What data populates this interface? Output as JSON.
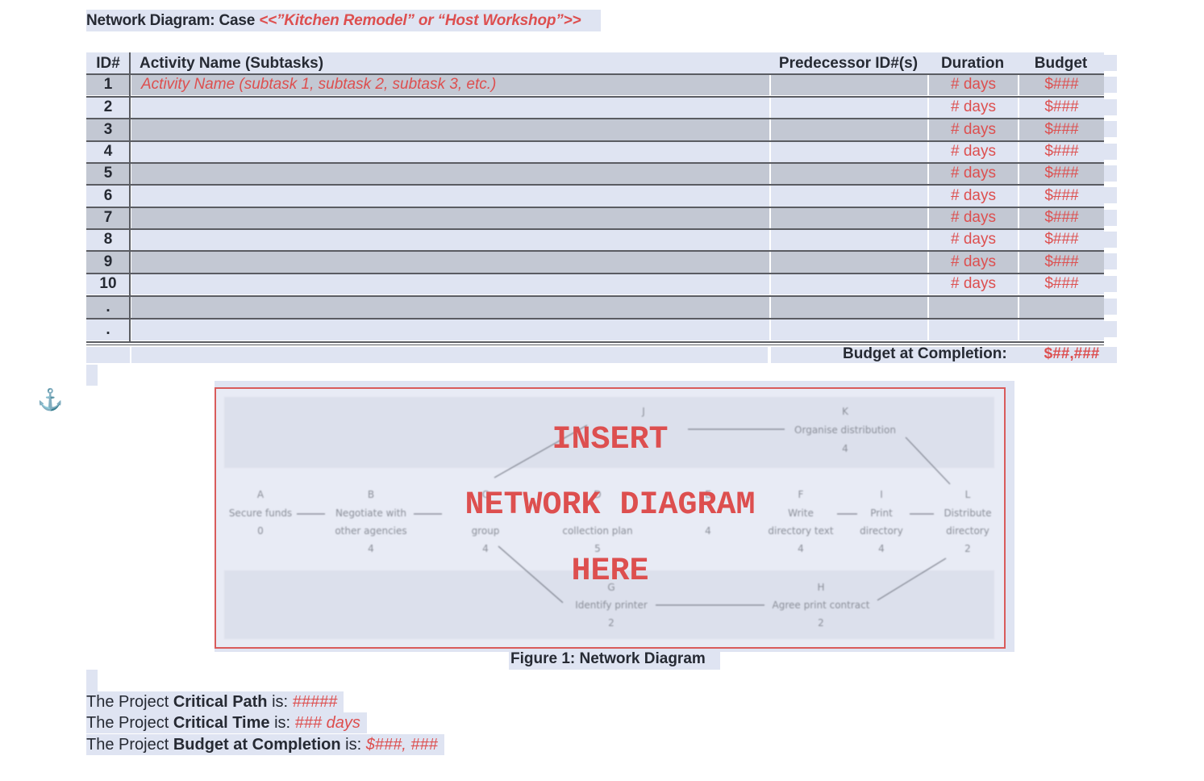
{
  "title": {
    "prefix": "Network Diagram: Case ",
    "case_options": "<<”Kitchen Remodel” or “Host Workshop”>>"
  },
  "table": {
    "headers": {
      "id": "ID#",
      "activity": "Activity Name (Subtasks)",
      "predecessor": "Predecessor ID#(s)",
      "duration": "Duration",
      "budget": "Budget"
    },
    "rows": [
      {
        "id": "1",
        "activity": "Activity Name (subtask 1, subtask 2, subtask 3, etc.)",
        "predecessor": "",
        "duration": "# days",
        "budget": "$###"
      },
      {
        "id": "2",
        "activity": "",
        "predecessor": "",
        "duration": "# days",
        "budget": "$###"
      },
      {
        "id": "3",
        "activity": "",
        "predecessor": "",
        "duration": "# days",
        "budget": "$###"
      },
      {
        "id": "4",
        "activity": "",
        "predecessor": "",
        "duration": "# days",
        "budget": "$###"
      },
      {
        "id": "5",
        "activity": "",
        "predecessor": "",
        "duration": "# days",
        "budget": "$###"
      },
      {
        "id": "6",
        "activity": "",
        "predecessor": "",
        "duration": "# days",
        "budget": "$###"
      },
      {
        "id": "7",
        "activity": "",
        "predecessor": "",
        "duration": "# days",
        "budget": "$###"
      },
      {
        "id": "8",
        "activity": "",
        "predecessor": "",
        "duration": "# days",
        "budget": "$###"
      },
      {
        "id": "9",
        "activity": "",
        "predecessor": "",
        "duration": "# days",
        "budget": "$###"
      },
      {
        "id": "10",
        "activity": "",
        "predecessor": "",
        "duration": "# days",
        "budget": "$###"
      },
      {
        "id": ".",
        "activity": "",
        "predecessor": "",
        "duration": "",
        "budget": ""
      },
      {
        "id": ".",
        "activity": "",
        "predecessor": "",
        "duration": "",
        "budget": ""
      }
    ],
    "bac_label": "Budget at Completion:",
    "bac_value": "$##,###"
  },
  "figure": {
    "placeholder_lines": [
      "INSERT",
      "NETWORK DIAGRAM",
      "HERE"
    ],
    "caption": "Figure 1: Network Diagram",
    "background_nodes": [
      {
        "letter": "A",
        "label": "Secure funds",
        "label2": "",
        "days": "0"
      },
      {
        "letter": "B",
        "label": "Negotiate with",
        "label2": "other agencies",
        "days": "4"
      },
      {
        "letter": "C",
        "label": "",
        "label2": "group",
        "days": "4"
      },
      {
        "letter": "D",
        "label": "",
        "label2": "collection plan",
        "days": "5"
      },
      {
        "letter": "E",
        "label": "",
        "label2": "",
        "days": "4"
      },
      {
        "letter": "F",
        "label": "Write",
        "label2": "directory text",
        "days": "4"
      },
      {
        "letter": "I",
        "label": "Print",
        "label2": "directory",
        "days": "4"
      },
      {
        "letter": "L",
        "label": "Distribute",
        "label2": "directory",
        "days": "2"
      },
      {
        "letter": "J",
        "label": "",
        "label2": "",
        "days": ""
      },
      {
        "letter": "K",
        "label": "Organise distribution",
        "label2": "",
        "days": "4"
      },
      {
        "letter": "G",
        "label": "Identify printer",
        "label2": "",
        "days": "2"
      },
      {
        "letter": "H",
        "label": "Agree print contract",
        "label2": "",
        "days": "2"
      }
    ]
  },
  "summary": {
    "critical_path": {
      "prefix": "The Project ",
      "bold": "Critical Path",
      "mid": " is: ",
      "value": "#####"
    },
    "critical_time": {
      "prefix": "The Project ",
      "bold": "Critical Time",
      "mid": " is: ",
      "value": "### days"
    },
    "bac": {
      "prefix": "The Project ",
      "bold": "Budget at Completion",
      "mid": " is: ",
      "value": "$###, ###"
    }
  },
  "anchor_icon": "⚓",
  "colors": {
    "accent_red": "#dd4f4f",
    "highlight": "#dfe4f2",
    "row_dark": "#c3c8d3"
  }
}
